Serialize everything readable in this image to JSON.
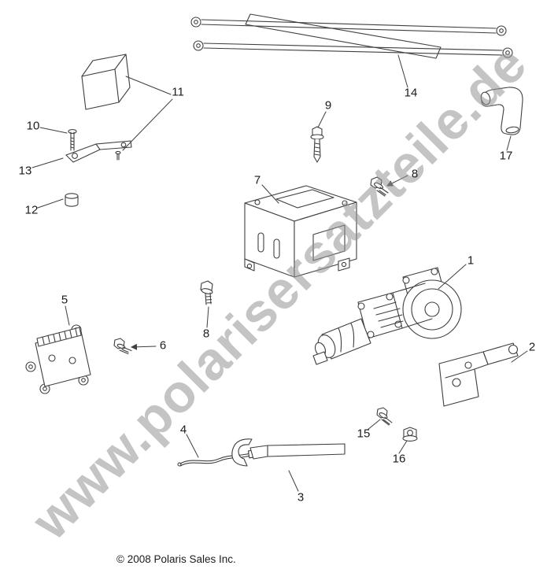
{
  "watermark": {
    "text": "www.polarisersatzteile.de"
  },
  "footer": {
    "copyright": "© 2008 Polaris Sales Inc."
  },
  "callouts": {
    "c1": "1",
    "c2": "2",
    "c3": "3",
    "c4": "4",
    "c5": "5",
    "c6": "6",
    "c7": "7",
    "c8a": "8",
    "c8b": "8",
    "c9": "9",
    "c10": "10",
    "c11": "11",
    "c12": "12",
    "c13": "13",
    "c14": "14",
    "c15": "15",
    "c16": "16",
    "c17": "17"
  }
}
